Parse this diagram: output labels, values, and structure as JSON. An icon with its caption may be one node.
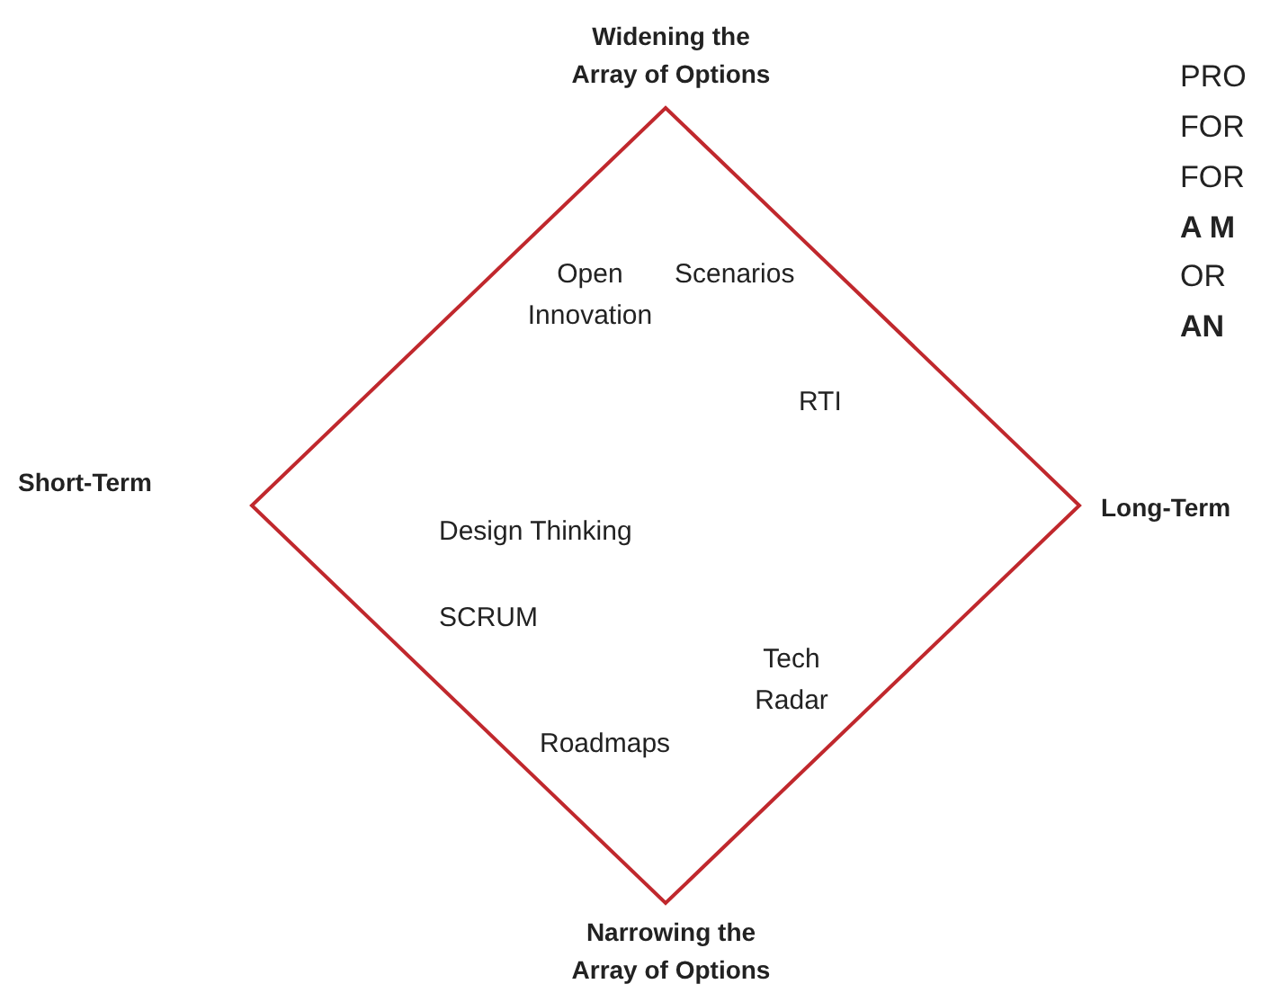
{
  "diagram": {
    "nodes": [
      {
        "text": [
          "Open Innovation",
          "Scenarios",
          "RTI",
          "Design Thinking",
          "SCRUM",
          "Tech Radar",
          "Roadmaps"
        ]
      }
    ],
    "edges": [],
    "labels": [
      "Widening the Array of Options",
      "Short-Term",
      "Long-Term",
      "Narrowing the Array of Options",
      "PRO",
      "FOR",
      "FOR",
      "A M",
      "OR",
      "AN"
    ]
  }
}
